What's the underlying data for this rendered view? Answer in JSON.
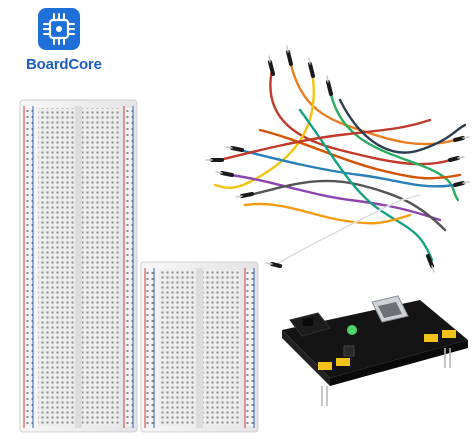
{
  "brand": {
    "name": "BoardCore",
    "accent": "#1f6fd9",
    "icon": "chip-icon"
  },
  "products": [
    {
      "name": "full-size-breadboard"
    },
    {
      "name": "half-size-breadboard"
    },
    {
      "name": "jumper-wire-bundle"
    },
    {
      "name": "breadboard-power-supply-module"
    }
  ],
  "colors": {
    "board": "#efeff0",
    "rail_red": "#d23a3a",
    "rail_blue": "#2a62c9",
    "pcb": "#141414",
    "wire_tip": "#c9c9c9"
  }
}
